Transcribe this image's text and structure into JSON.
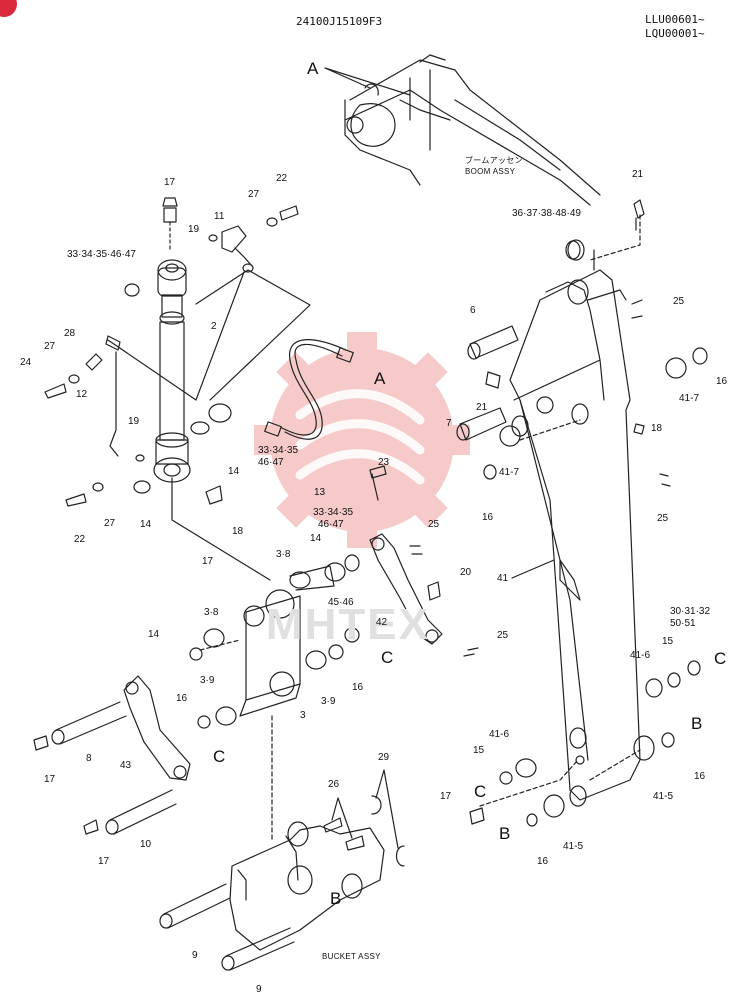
{
  "header": {
    "code": "24100J15109F3",
    "serial_1": "LLU00601~",
    "serial_2": "LQU00001~"
  },
  "assemblies": {
    "boom_jp": "ブームアッセン",
    "boom_en": "BOOM ASSY",
    "bucket_en": "BUCKET ASSY"
  },
  "watermark": "MHTEX",
  "ref_letters": {
    "a": "A",
    "b": "B",
    "c": "C"
  },
  "labels": {
    "p17": "17",
    "p22": "22",
    "p27": "27",
    "p11": "11",
    "p19": "19",
    "p33set": "33·34·35·46·47",
    "p2": "2",
    "p28": "28",
    "p24": "24",
    "p12": "12",
    "p14": "14",
    "p18": "18",
    "p13": "13",
    "p33set2a": "33·34·35",
    "p33set2b": "46·47",
    "p23": "23",
    "p25": "25",
    "p20": "20",
    "p42": "42",
    "p45set": "45·46",
    "p16": "16",
    "p38": "3·8",
    "p39": "3·9",
    "p3": "3",
    "p43": "43",
    "p8": "8",
    "p10": "10",
    "p9": "9",
    "p26": "26",
    "p29": "29",
    "p41": "41",
    "p6": "6",
    "p21": "21",
    "p7": "7",
    "p417": "41-7",
    "p36set": "36·37·38·48·49",
    "p30set_a": "30·31·32",
    "p30set_b": "50·51",
    "p15": "15",
    "p416": "41-6",
    "p415": "41-5"
  }
}
